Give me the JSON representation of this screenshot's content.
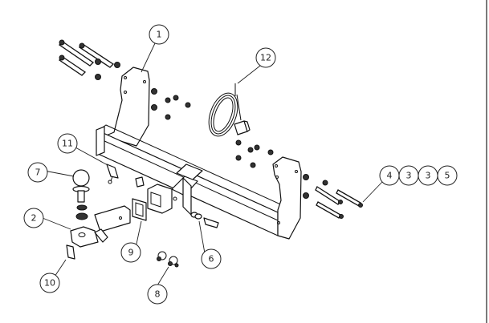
{
  "diagram": {
    "type": "exploded-parts-diagram",
    "subject": "trailer hitch receiver assembly",
    "callouts": [
      {
        "id": "callout-1",
        "label": "1",
        "part": "hitch-crossmember-frame"
      },
      {
        "id": "callout-2",
        "label": "2",
        "part": "ball-mount-drawbar"
      },
      {
        "id": "callout-3a",
        "label": "3",
        "part": "washer"
      },
      {
        "id": "callout-3b",
        "label": "3",
        "part": "washer"
      },
      {
        "id": "callout-4",
        "label": "4",
        "part": "bolt"
      },
      {
        "id": "callout-5",
        "label": "5",
        "part": "nut"
      },
      {
        "id": "callout-6",
        "label": "6",
        "part": "hitch-pin"
      },
      {
        "id": "callout-7",
        "label": "7",
        "part": "tow-ball"
      },
      {
        "id": "callout-8",
        "label": "8",
        "part": "safety-shackles"
      },
      {
        "id": "callout-9",
        "label": "9",
        "part": "receiver-collar-cover"
      },
      {
        "id": "callout-10",
        "label": "10",
        "part": "label-plate"
      },
      {
        "id": "callout-11",
        "label": "11",
        "part": "bracket-clip"
      },
      {
        "id": "callout-12",
        "label": "12",
        "part": "wiring-harness"
      }
    ]
  }
}
